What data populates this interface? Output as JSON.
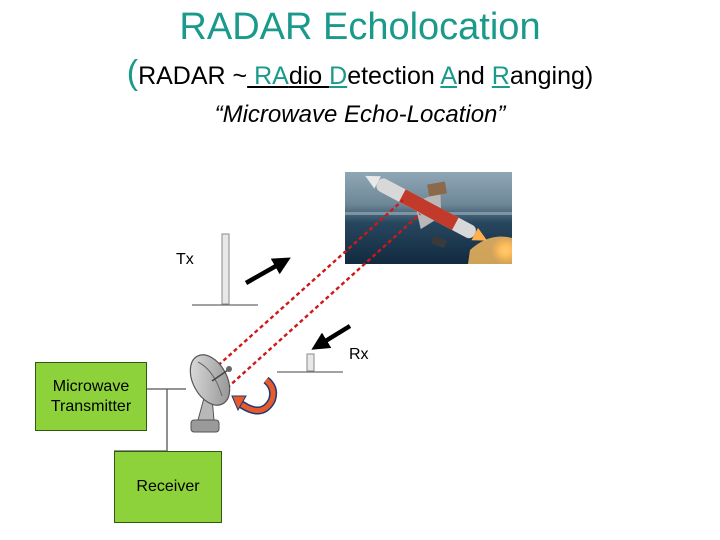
{
  "title": "RADAR Echolocation",
  "subtitle": {
    "open_paren": "(",
    "lead": "RADAR ~",
    "words": [
      {
        "first": " RA",
        "rest": "dio "
      },
      {
        "first": "D",
        "rest": "etection "
      },
      {
        "first": "A",
        "rest": "nd "
      },
      {
        "first": "R",
        "rest": "anging"
      }
    ],
    "close_paren": ")"
  },
  "tagline": "“Microwave Echo-Location”",
  "labels": {
    "tx": "Tx",
    "rx": "Rx"
  },
  "boxes": {
    "transmitter_line1": "Microwave",
    "transmitter_line2": "Transmitter",
    "receiver": "Receiver"
  },
  "colors": {
    "title": "#1a9a8a",
    "box_fill": "#8dd23a",
    "beam": "#d01818",
    "rotate_arrow": "#e85a2a"
  },
  "icons": [
    "radar-dish-icon",
    "missile-photo"
  ]
}
